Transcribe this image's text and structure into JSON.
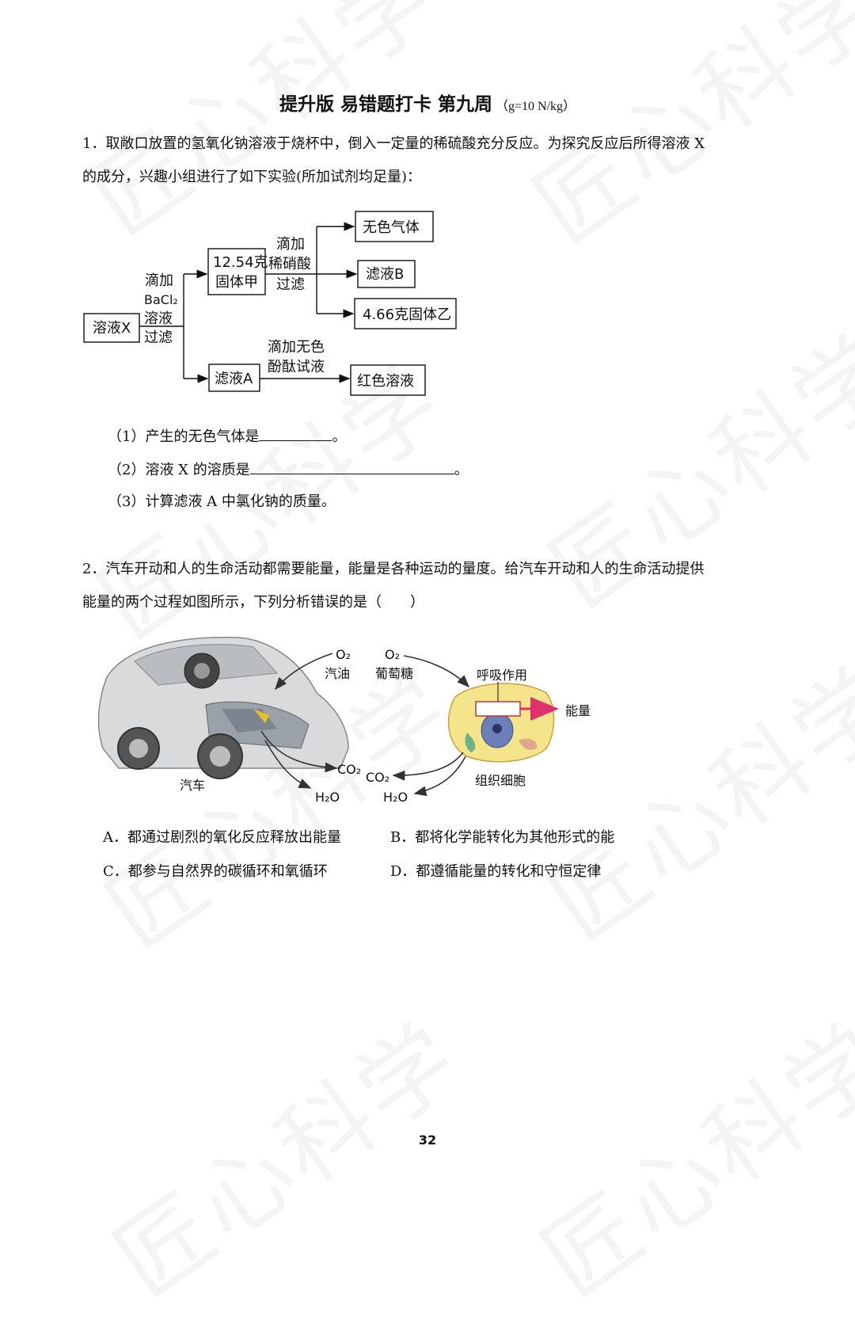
{
  "watermark": "匠心科学",
  "header": {
    "title": "提升版  易错题打卡  第九周",
    "subtitle": "（g=10 N/kg）"
  },
  "q1": {
    "line1": "1．取敞口放置的氢氧化钠溶液于烧杯中，倒入一定量的稀硫酸充分反应。为探究反应后所得溶液 X",
    "line2": "的成分，兴趣小组进行了如下实验(所加试剂均足量)：",
    "flow": {
      "start": "溶液X",
      "step1_l1": "滴加",
      "step1_l2": "BaCl₂",
      "step1_l3": "溶液",
      "step1_l4": "过滤",
      "solid_l1": "12.54克",
      "solid_l2": "固体甲",
      "step2_l1": "滴加",
      "step2_l2": "稀硝酸",
      "step2_l3": "过滤",
      "gas": "无色气体",
      "filtrate_b": "滤液B",
      "solid_b": "4.66克固体乙",
      "filtrate_a": "滤液A",
      "step3_l1": "滴加无色",
      "step3_l2": "酚酞试液",
      "red": "红色溶液"
    },
    "sub1_pre": "（1）产生的无色气体是",
    "sub1_post": "。",
    "sub2_pre": "（2）溶液 X 的溶质是",
    "sub2_post": "。",
    "sub3": "（3）计算滤液 A 中氯化钠的质量。"
  },
  "q2": {
    "line1": "2．汽车开动和人的生命活动都需要能量，能量是各种运动的量度。给汽车开动和人的生命活动提供",
    "line2": "能量的两个过程如图所示，下列分析错误的是（　　）",
    "figure": {
      "o2_a": "O₂",
      "gas": "汽油",
      "o2_b": "O₂",
      "glucose": "葡萄糖",
      "respiration": "呼吸作用",
      "energy": "能量",
      "co2_a": "CO₂",
      "co2_b": "CO₂",
      "h2o_a": "H₂O",
      "h2o_b": "H₂O",
      "cell": "组织细胞",
      "car": "汽车"
    },
    "options": {
      "a": "A．都通过剧烈的氧化反应释放出能量",
      "b": "B．都将化学能转化为其他形式的能",
      "c": "C．都参与自然界的碳循环和氧循环",
      "d": "D．都遵循能量的转化和守恒定律"
    }
  },
  "page_number": "32"
}
